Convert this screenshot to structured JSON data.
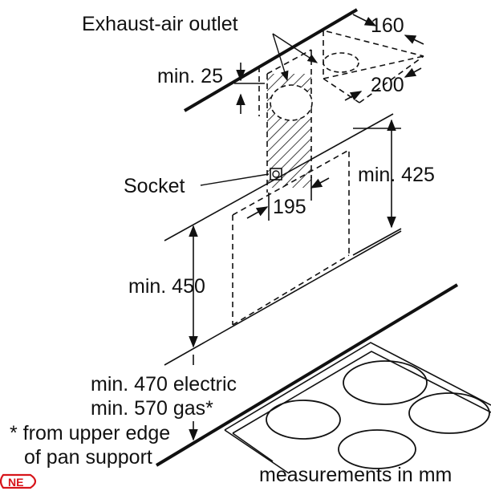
{
  "labels": {
    "exhaust_outlet": "Exhaust-air outlet",
    "dim_160": "160",
    "dim_200": "200",
    "min_25": "min. 25",
    "socket": "Socket",
    "min_425": "min. 425",
    "dim_195": "195",
    "min_450": "min. 450",
    "min_470_electric": "min. 470 electric",
    "min_570_gas": "min. 570 gas*",
    "footnote_line1": "* from upper edge",
    "footnote_line2": "of pan support",
    "units_note": "measurements in mm"
  },
  "logo": {
    "text": "NE",
    "icon": "brand-logo-icon",
    "color": "#d7141a"
  },
  "colors": {
    "line": "#111111",
    "background": "#ffffff"
  }
}
